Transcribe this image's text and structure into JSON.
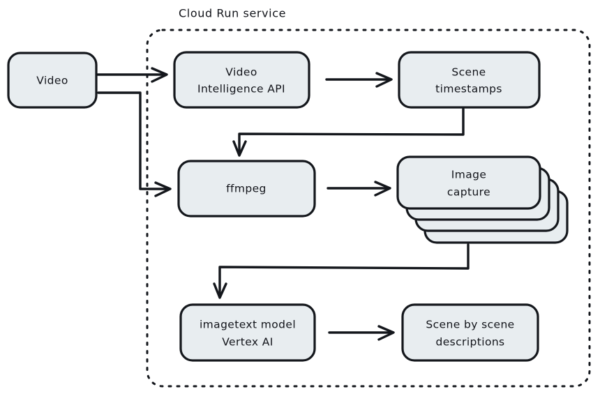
{
  "diagram": {
    "title": "Cloud Run service",
    "kind": "flowchart",
    "style": "hand-drawn",
    "colors": {
      "node_fill": "#e8edf0",
      "stroke": "#14171c",
      "background": "#ffffff",
      "text": "#12141a"
    },
    "boundary": {
      "label": "Cloud Run service",
      "border_style": "dotted"
    },
    "nodes": [
      {
        "id": "video",
        "lines": [
          "Video"
        ],
        "shape": "rounded-rect",
        "inside_boundary": false
      },
      {
        "id": "video-intelligence-api",
        "lines": [
          "Video",
          "Intelligence API"
        ],
        "shape": "rounded-rect",
        "inside_boundary": true
      },
      {
        "id": "scene-timestamps",
        "lines": [
          "Scene",
          "timestamps"
        ],
        "shape": "rounded-rect",
        "inside_boundary": true
      },
      {
        "id": "ffmpeg",
        "lines": [
          "ffmpeg"
        ],
        "shape": "rounded-rect",
        "inside_boundary": true
      },
      {
        "id": "image-capture",
        "lines": [
          "Image",
          "capture"
        ],
        "shape": "stacked-rect",
        "stack_count": 4,
        "inside_boundary": true
      },
      {
        "id": "imagetext-model-vertex-ai",
        "lines": [
          "imagetext model",
          "Vertex AI"
        ],
        "shape": "rounded-rect",
        "inside_boundary": true
      },
      {
        "id": "scene-by-scene-descriptions",
        "lines": [
          "Scene by scene",
          "descriptions"
        ],
        "shape": "rounded-rect",
        "inside_boundary": true
      }
    ],
    "edges": [
      {
        "id": "video-to-vi-api",
        "from": "video",
        "to": "video-intelligence-api",
        "routing": "straight"
      },
      {
        "id": "video-to-ffmpeg",
        "from": "video",
        "to": "ffmpeg",
        "routing": "orthogonal"
      },
      {
        "id": "vi-api-to-scene-timestamps",
        "from": "video-intelligence-api",
        "to": "scene-timestamps",
        "routing": "straight"
      },
      {
        "id": "scene-timestamps-to-ffmpeg",
        "from": "scene-timestamps",
        "to": "ffmpeg",
        "routing": "orthogonal"
      },
      {
        "id": "ffmpeg-to-image-capture",
        "from": "ffmpeg",
        "to": "image-capture",
        "routing": "straight"
      },
      {
        "id": "image-capture-to-imagetext",
        "from": "image-capture",
        "to": "imagetext-model-vertex-ai",
        "routing": "orthogonal"
      },
      {
        "id": "imagetext-to-descriptions",
        "from": "imagetext-model-vertex-ai",
        "to": "scene-by-scene-descriptions",
        "routing": "straight"
      }
    ]
  }
}
